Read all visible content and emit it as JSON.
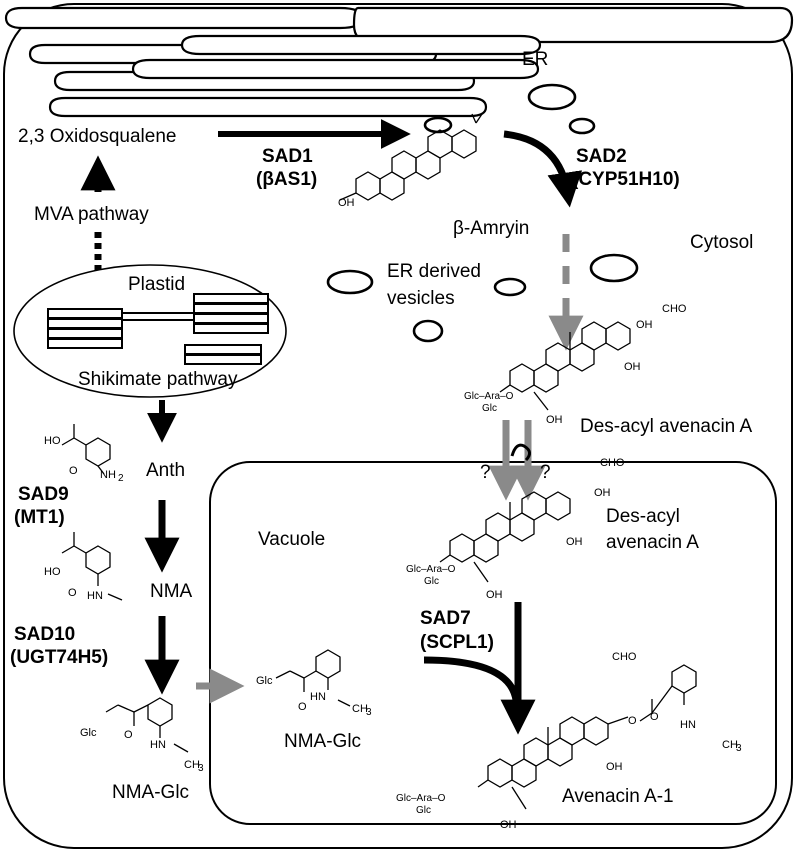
{
  "labels": {
    "er": "ER",
    "cytosol": "Cytosol",
    "er_vesicles_1": "ER derived",
    "er_vesicles_2": "vesicles",
    "plastid": "Plastid",
    "shikimate": "Shikimate pathway",
    "vacuole": "Vacuole",
    "oxidosqualene": "2,3 Oxidosqualene",
    "mva": "MVA pathway",
    "amyrin": "β-Amryin",
    "desacyl_cyto": "Des-acyl avenacin A",
    "desacyl_vac_1": "Des-acyl",
    "desacyl_vac_2": "avenacin A",
    "anth": "Anth",
    "nma": "NMA",
    "nma_glc_left": "NMA-Glc",
    "nma_glc_vac": "NMA-Glc",
    "avenacin": "Avenacin A-1",
    "question_1": "?",
    "question_2": "?"
  },
  "enzymes": {
    "sad1_name": "SAD1",
    "sad1_alt": "(βAS1)",
    "sad2_name": "SAD2",
    "sad2_alt": "(CYP51H10)",
    "sad9_name": "SAD9",
    "sad9_alt": "(MT1)",
    "sad10_name": "SAD10",
    "sad10_alt": "(UGT74H5)",
    "sad7_name": "SAD7",
    "sad7_alt": "(SCPL1)"
  },
  "chem": {
    "oh": "OH",
    "oh_left": "HO",
    "nh2": "NH",
    "nh2_sub": "2",
    "cho": "CHO",
    "o": "O",
    "hn": "HN",
    "n_h": "N",
    "h": "H",
    "ch3": "CH",
    "ch3_sub": "3",
    "glc": "Glc",
    "glc_ara_o": "Glc–Ara–O",
    "glc_below": "Glc"
  },
  "colors": {
    "black_arrow": "#000000",
    "gray_arrow": "#8a8a8a"
  }
}
